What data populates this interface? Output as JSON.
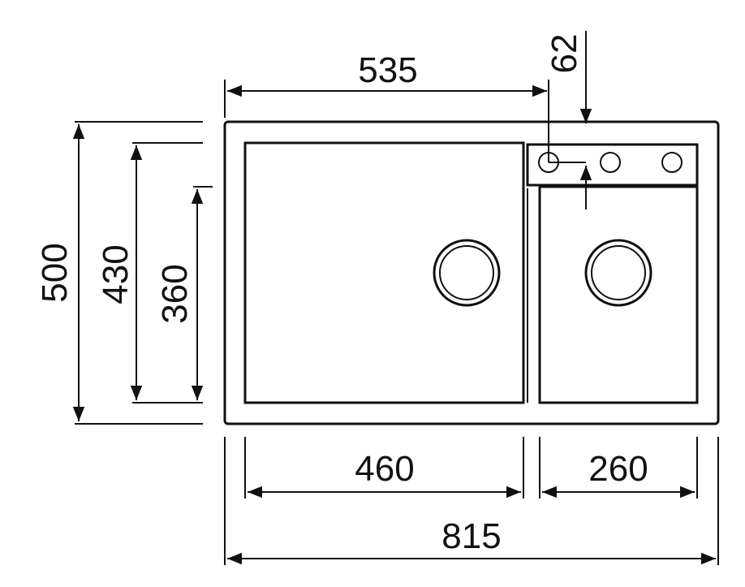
{
  "dimensions": {
    "top_width": "535",
    "tap_offset": "62",
    "overall_height": "500",
    "bowl_height": "430",
    "small_bowl_height": "360",
    "main_bowl_width": "460",
    "small_bowl_width": "260",
    "overall_width": "815"
  },
  "colors": {
    "line": "#111111",
    "background": "#ffffff"
  }
}
